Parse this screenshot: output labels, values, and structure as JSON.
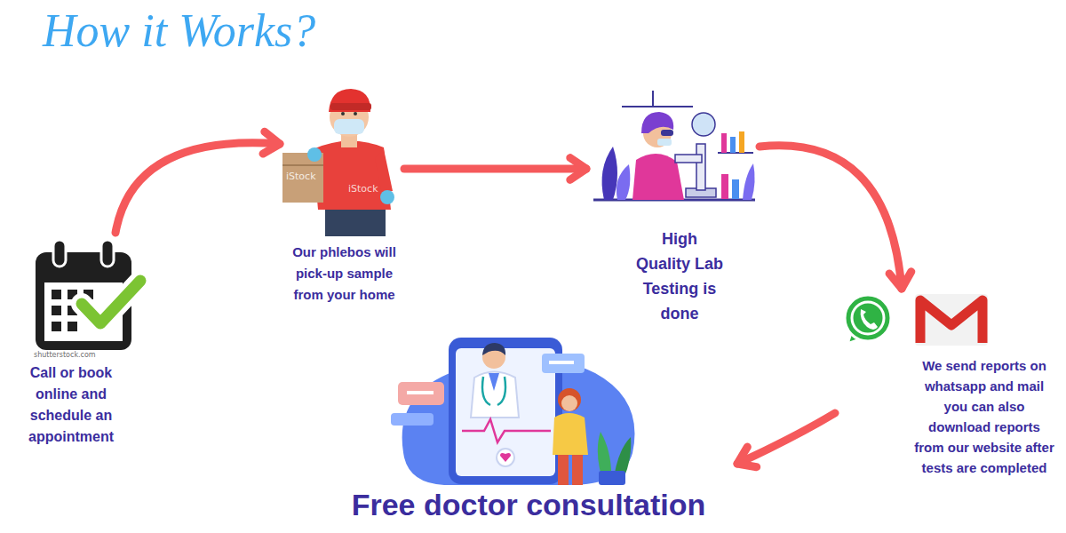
{
  "diagram": {
    "title": "How it Works?",
    "nodes": [
      {
        "text": [
          "Call or book online and schedule an appointment"
        ]
      },
      {
        "text": [
          "Our phlebos will pick-up sample from your home"
        ]
      },
      {
        "text": [
          "High Quality Lab Testing is done"
        ]
      },
      {
        "text": [
          "We send reports on whatsapp and mail you can also download reports from our website after tests are completed"
        ]
      },
      {
        "text": [
          "Free doctor consultation"
        ]
      }
    ],
    "edges": [
      {
        "from": 0,
        "to": 1,
        "arrow": "to"
      },
      {
        "from": 1,
        "to": 2,
        "arrow": "to"
      },
      {
        "from": 2,
        "to": 3,
        "arrow": "to"
      },
      {
        "from": 3,
        "to": 4,
        "arrow": "to"
      }
    ],
    "labels": [
      "shutterstock.com",
      "iStock",
      "iStock"
    ]
  }
}
